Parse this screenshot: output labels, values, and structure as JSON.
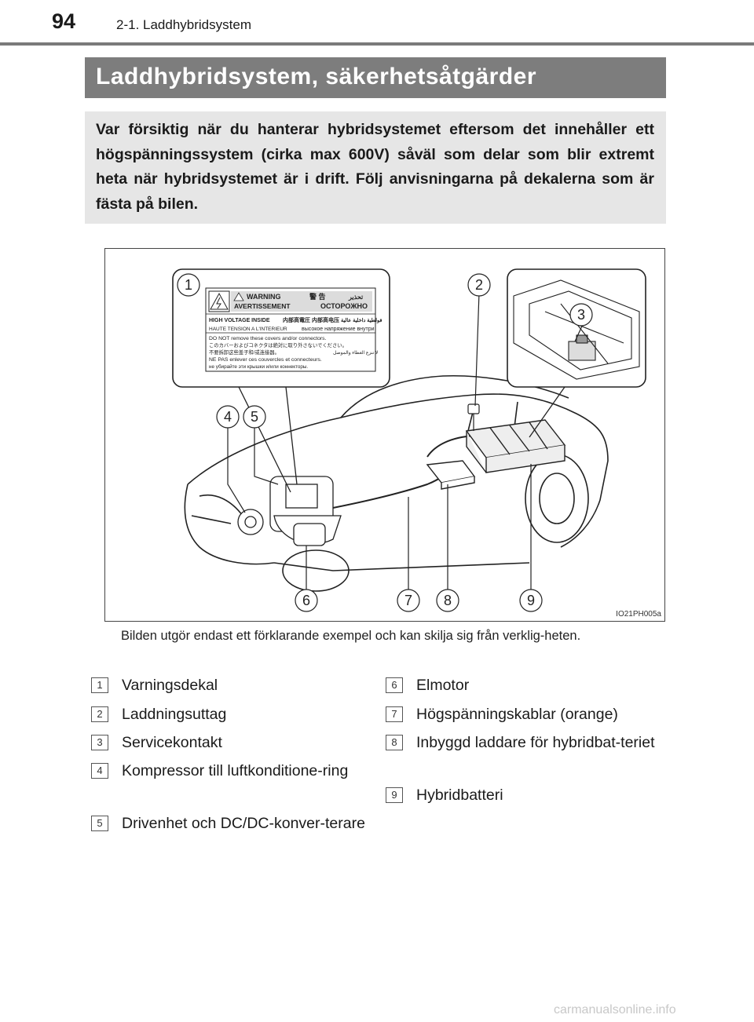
{
  "header": {
    "page_number": "94",
    "chapter": "2-1. Laddhybridsystem"
  },
  "title": "Laddhybridsystem, säkerhetsåtgärder",
  "intro": "Var försiktig när du hanterar hybridsystemet eftersom det innehåller ett högspänningssystem (cirka max 600V) såväl som delar som blir extremt heta när hybridsystemet är i drift. Följ anvisningarna på dekalerna som är fästa på bilen.",
  "figure": {
    "code": "IO21PH005a",
    "callouts": [
      "1",
      "2",
      "3",
      "4",
      "5",
      "6",
      "7",
      "8",
      "9"
    ],
    "decal": {
      "warning": "WARNING",
      "warning_cjk": "警 告",
      "warning_ar": "تحذير",
      "avertissement": "AVERTISSEMENT",
      "ostorozhno": "ОСТОРОЖНО",
      "hv_inside": "HIGH VOLTAGE INSIDE",
      "hv_cjk": "内部高電圧  内部高电压",
      "hv_ar": "فولطية داخلية عالية",
      "ht_fr": "HAUTE TENSION A L'INTERIEUR",
      "ht_ru": "высокое напряжение внутри",
      "line1": "DO NOT remove these covers and/or connectors.",
      "line2": "このカバーおよびコネクタは絶対に取り外さないでください。",
      "line3": "不要拆卸这些盖子和/或连接器。",
      "line3_ar": "لا تنزع الغطاء والموصل",
      "line4": "NE PAS enlever ces couvercles et connecteurs.",
      "line5": "не убирайте эти крышки и/или коннекторы."
    }
  },
  "caption": "Bilden utgör endast ett förklarande exempel och kan skilja sig från verklig-heten.",
  "legend_left": [
    {
      "num": "1",
      "text": "Varningsdekal"
    },
    {
      "num": "2",
      "text": "Laddningsuttag"
    },
    {
      "num": "3",
      "text": "Servicekontakt"
    },
    {
      "num": "4",
      "text": "Kompressor till luftkonditione-ring"
    },
    {
      "num": "5",
      "text": "Drivenhet och DC/DC-konver-terare"
    }
  ],
  "legend_right": [
    {
      "num": "6",
      "text": "Elmotor"
    },
    {
      "num": "7",
      "text": "Högspänningskablar (orange)"
    },
    {
      "num": "8",
      "text": "Inbyggd laddare för hybridbat-teriet"
    },
    {
      "num": "9",
      "text": "Hybridbatteri"
    }
  ],
  "watermark": "carmanualsonline.info"
}
